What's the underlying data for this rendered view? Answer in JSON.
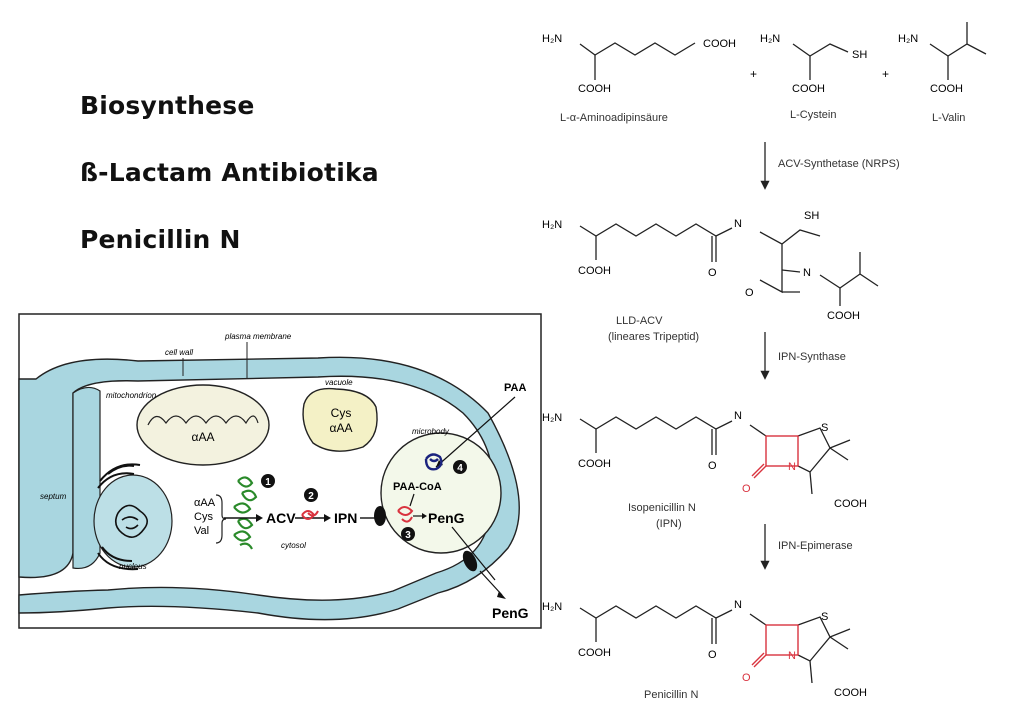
{
  "titles": [
    "Biosynthese",
    "ß-Lactam Antibiotika",
    "Penicillin N"
  ],
  "cell": {
    "cell_wall": "cell wall",
    "plasma_membrane": "plasma membrane",
    "mitochondrion": "mitochondrion",
    "mito_content": "αAA",
    "vacuole": "vacuole",
    "vac_line1": "Cys",
    "vac_line2": "αAA",
    "microbody": "microbody",
    "septum": "septum",
    "nucleus": "nucleus",
    "cytosol": "cytosol",
    "aa_line1": "αAA",
    "aa_line2": "Cys",
    "aa_line3": "Val",
    "acv": "ACV",
    "ipn": "IPN",
    "paa": "PAA",
    "paa_coa": "PAA-CoA",
    "peng_inside": "PenG",
    "peng_outside": "PenG",
    "step1": "1",
    "step2": "2",
    "step3": "3",
    "step4": "4"
  },
  "pathway": {
    "substrates": [
      {
        "name": "L-α-Aminoadipinsäure"
      },
      {
        "name": "L-Cystein"
      },
      {
        "name": "L-Valin"
      }
    ],
    "plus": "+",
    "enzymes": [
      "ACV-Synthetase (NRPS)",
      "IPN-Synthase",
      "IPN-Epimerase"
    ],
    "acv_name": "LLD-ACV",
    "acv_desc": "(lineares Tripeptid)",
    "ipn_name": "Isopenicillin N",
    "ipn_abbr": "(IPN)",
    "pen_name": "Penicillin N",
    "atoms": {
      "h2n": "H₂N",
      "cooh": "COOH",
      "sh": "SH",
      "n": "N",
      "o": "O",
      "s": "S"
    }
  },
  "colors": {
    "membrane": "#a9d6e0",
    "pathway_red": "#d9333f",
    "enzyme_green": "#2a8a2a",
    "enzyme_red": "#d9333f",
    "enzyme_blue": "#1a237e"
  }
}
